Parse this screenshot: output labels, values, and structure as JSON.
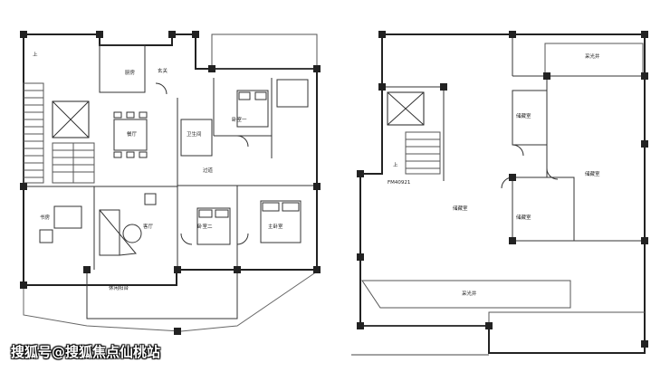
{
  "plans": {
    "upper": {
      "rooms": {
        "kitchen": "厨房",
        "dining": "餐厅",
        "bath1": "卫生间",
        "bedroom1": "卧室一",
        "corridor": "过道",
        "study": "书房",
        "living": "客厅",
        "bedroom2": "卧室二",
        "master": "主卧室",
        "balcony": "休闲阳台",
        "entry": "玄关"
      },
      "stair_mark": "上"
    },
    "lower": {
      "rooms": {
        "storage_a": "储藏室",
        "storage_b": "储藏室",
        "storage_c": "储藏室",
        "storage_d": "储藏室",
        "skylight_top": "采光井",
        "skylight_bottom": "采光井"
      },
      "door_code": "FM40921",
      "stair_mark": "上"
    }
  },
  "watermark": "搜狐号@搜狐焦点仙桃站"
}
